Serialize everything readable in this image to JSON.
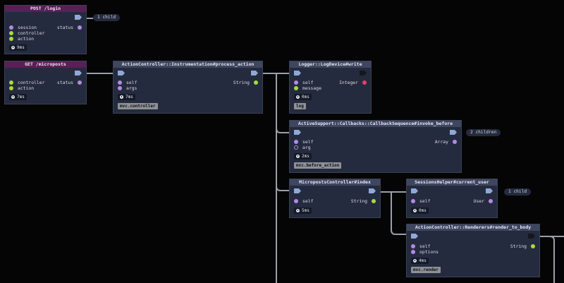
{
  "nodes": {
    "post_login": {
      "title": "POST /login",
      "inputs": [
        "session",
        "controller",
        "action"
      ],
      "outputs": [
        "status"
      ],
      "duration": "9ms",
      "more": "1 child"
    },
    "get_microposts": {
      "title": "GET /microposts",
      "inputs": [
        "controller",
        "action"
      ],
      "outputs": [
        "status"
      ],
      "duration": "7ms"
    },
    "process_action": {
      "title": "ActionController::Instrumentation#process_action",
      "inputs": [
        "self",
        "args"
      ],
      "outputs": [
        "String"
      ],
      "duration": "7ms",
      "tag": "mvc.controller"
    },
    "logger_write": {
      "title": "Logger::LogDevice#write",
      "inputs": [
        "self",
        "message"
      ],
      "outputs": [
        "Integer"
      ],
      "duration": "0ms",
      "tag": "log"
    },
    "callbacks": {
      "title": "ActiveSupport::Callbacks::CallbackSequence#invoke_before",
      "inputs": [
        "self",
        "arg"
      ],
      "outputs": [
        "Array"
      ],
      "duration": "2ms",
      "tag": "mvc.before_action",
      "more": "2 children"
    },
    "microposts_index": {
      "title": "MicropostsController#index",
      "inputs": [
        "self"
      ],
      "outputs": [
        "String"
      ],
      "duration": "5ms"
    },
    "current_user": {
      "title": "SessionsHelper#current_user",
      "inputs": [
        "self"
      ],
      "outputs": [
        "User"
      ],
      "duration": "0ms",
      "more": "1 child"
    },
    "render_to_body": {
      "title": "ActionController::Renderers#render_to_body",
      "inputs": [
        "self",
        "options"
      ],
      "outputs": [
        "String"
      ],
      "duration": "4ms",
      "tag": "mvc.render"
    }
  },
  "colors": {
    "background": "#050505",
    "node": "#252b3e",
    "root_header": "#5a1f57",
    "call_header": "#3e4660",
    "exec_pin": "#8fa8d8",
    "object_pin": "#b28ae6",
    "string_pin": "#a6dc3a",
    "integer_pin": "#ea3d6a",
    "wire": "#9aa0aa"
  },
  "icons": {
    "exec": "exec-pin-icon",
    "duration": "clock-icon"
  }
}
